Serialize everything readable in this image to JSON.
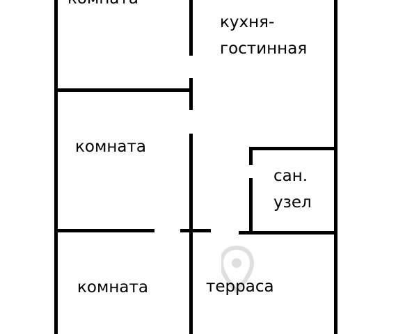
{
  "rooms": {
    "room_top_left": "комната",
    "kitchen_line1": "кухня-",
    "kitchen_line2": "гостинная",
    "room_middle_left": "комната",
    "bathroom_line1": "сан.",
    "bathroom_line2": "узел",
    "room_bottom_left": "комната",
    "terrace": "терраса"
  },
  "colors": {
    "wall": "#000000",
    "background": "#ffffff"
  }
}
